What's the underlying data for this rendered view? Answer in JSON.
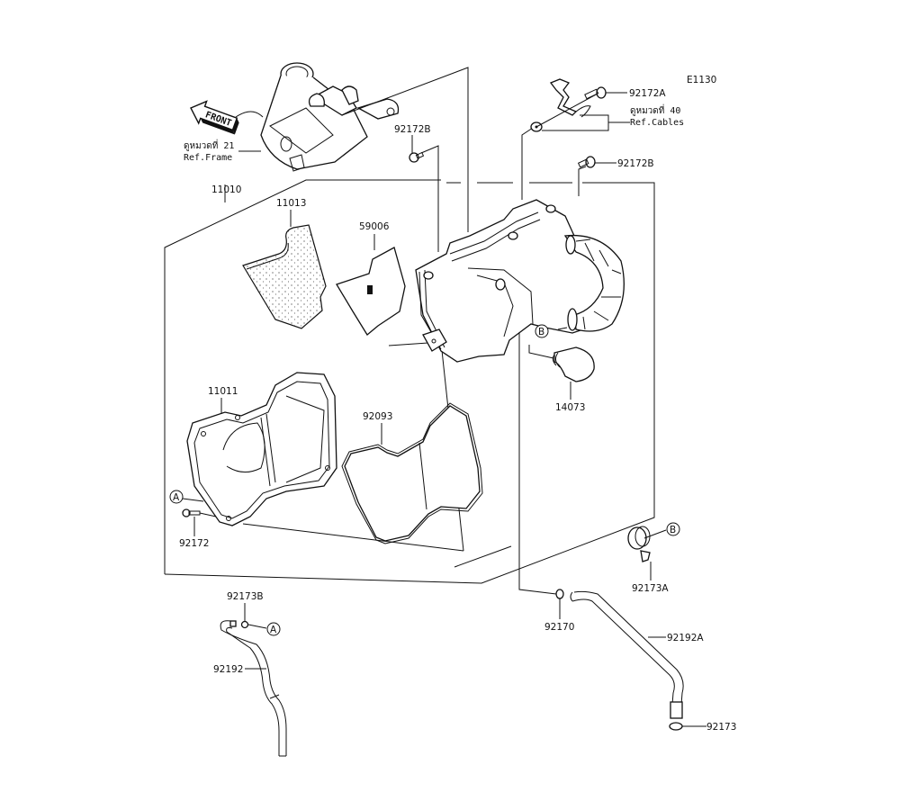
{
  "diagram": {
    "code": "E1130",
    "front_label": "FRONT",
    "refs": {
      "frame": {
        "thai": "ดูหมวดที่ 21",
        "english": "Ref.Frame"
      },
      "cables": {
        "thai": "ดูหมวดที่ 40",
        "english": "Ref.Cables"
      }
    },
    "callouts": {
      "A": "A",
      "B": "B"
    },
    "parts": {
      "p11010": "11010",
      "p11013": "11013",
      "p59006": "59006",
      "p11011": "11011",
      "p92093": "92093",
      "p92172": "92172",
      "p92172A": "92172A",
      "p92172B_left": "92172B",
      "p92172B_right": "92172B",
      "p14073": "14073",
      "p92173A": "92173A",
      "p92170": "92170",
      "p92192A": "92192A",
      "p92173": "92173",
      "p92173B": "92173B",
      "p92192": "92192"
    }
  }
}
